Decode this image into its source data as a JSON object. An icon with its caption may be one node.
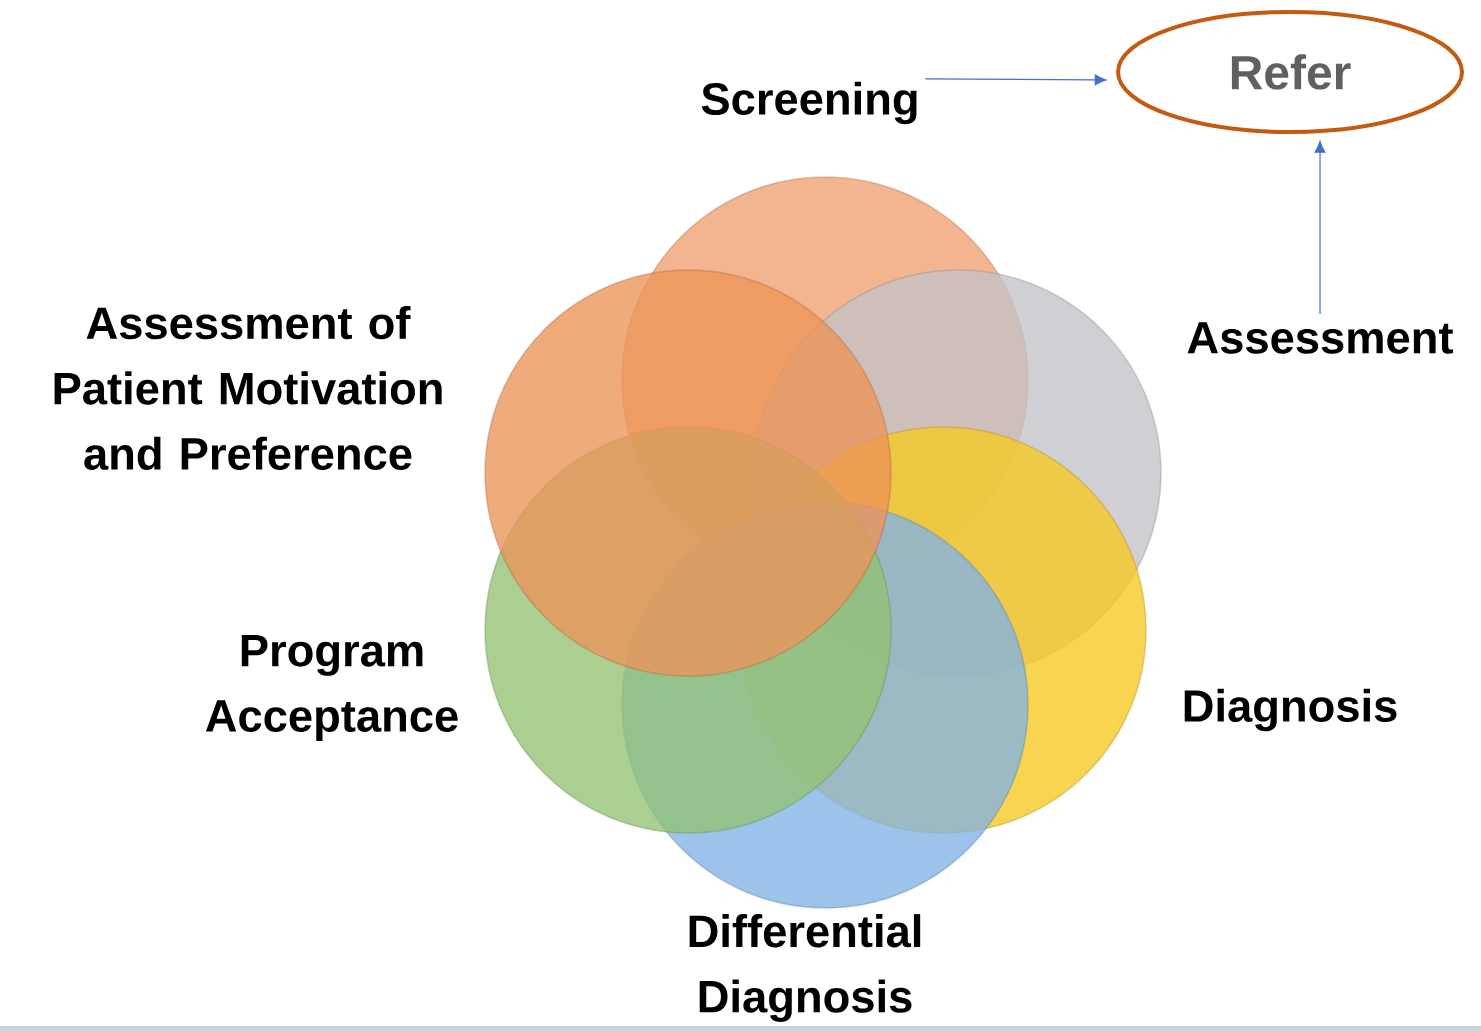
{
  "diagram": {
    "nodes": [
      {
        "text": [
          "Screening"
        ]
      },
      {
        "text": [
          "Refer"
        ]
      },
      {
        "text": [
          "Assessment"
        ]
      },
      {
        "text": [
          "Assessment of Patient Motivation and Preference"
        ]
      },
      {
        "text": [
          "Program Acceptance"
        ]
      },
      {
        "text": [
          "Diagnosis"
        ]
      },
      {
        "text": [
          "Differential Diagnosis"
        ]
      }
    ],
    "edges": [
      {
        "from": 0,
        "to": 1,
        "arrow": "to"
      },
      {
        "from": 2,
        "to": 1,
        "arrow": "to"
      }
    ]
  }
}
